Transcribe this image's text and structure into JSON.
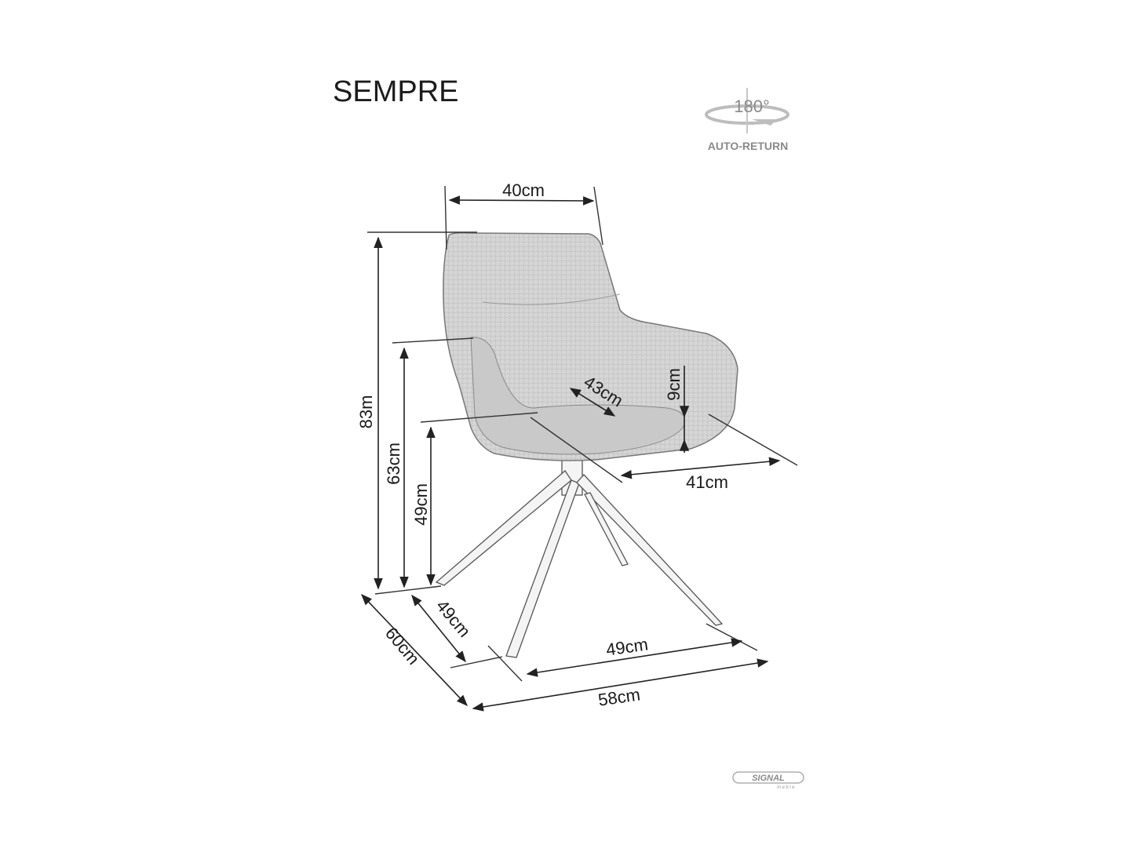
{
  "title": "SEMPRE",
  "rotation_badge": {
    "angle": "180°",
    "label": "AUTO-RETURN",
    "icon": "rotate-arrow-icon"
  },
  "brand": {
    "name": "SIGNAL",
    "sub": "meble"
  },
  "dimensions": {
    "back_width": "40cm",
    "total_height": "83m",
    "armrest_height": "63cm",
    "seat_height": "49cm",
    "seat_depth": "43cm",
    "armrest_above_seat": "9cm",
    "seat_width": "41cm",
    "base_depth": "49cm",
    "base_width": "49cm",
    "total_depth": "60cm",
    "total_width": "58cm"
  },
  "colors": {
    "line": "#222222",
    "fabric": "#cfcfcf",
    "fabric_dark": "#b9b9b9",
    "badge": "#9a9a9a"
  }
}
